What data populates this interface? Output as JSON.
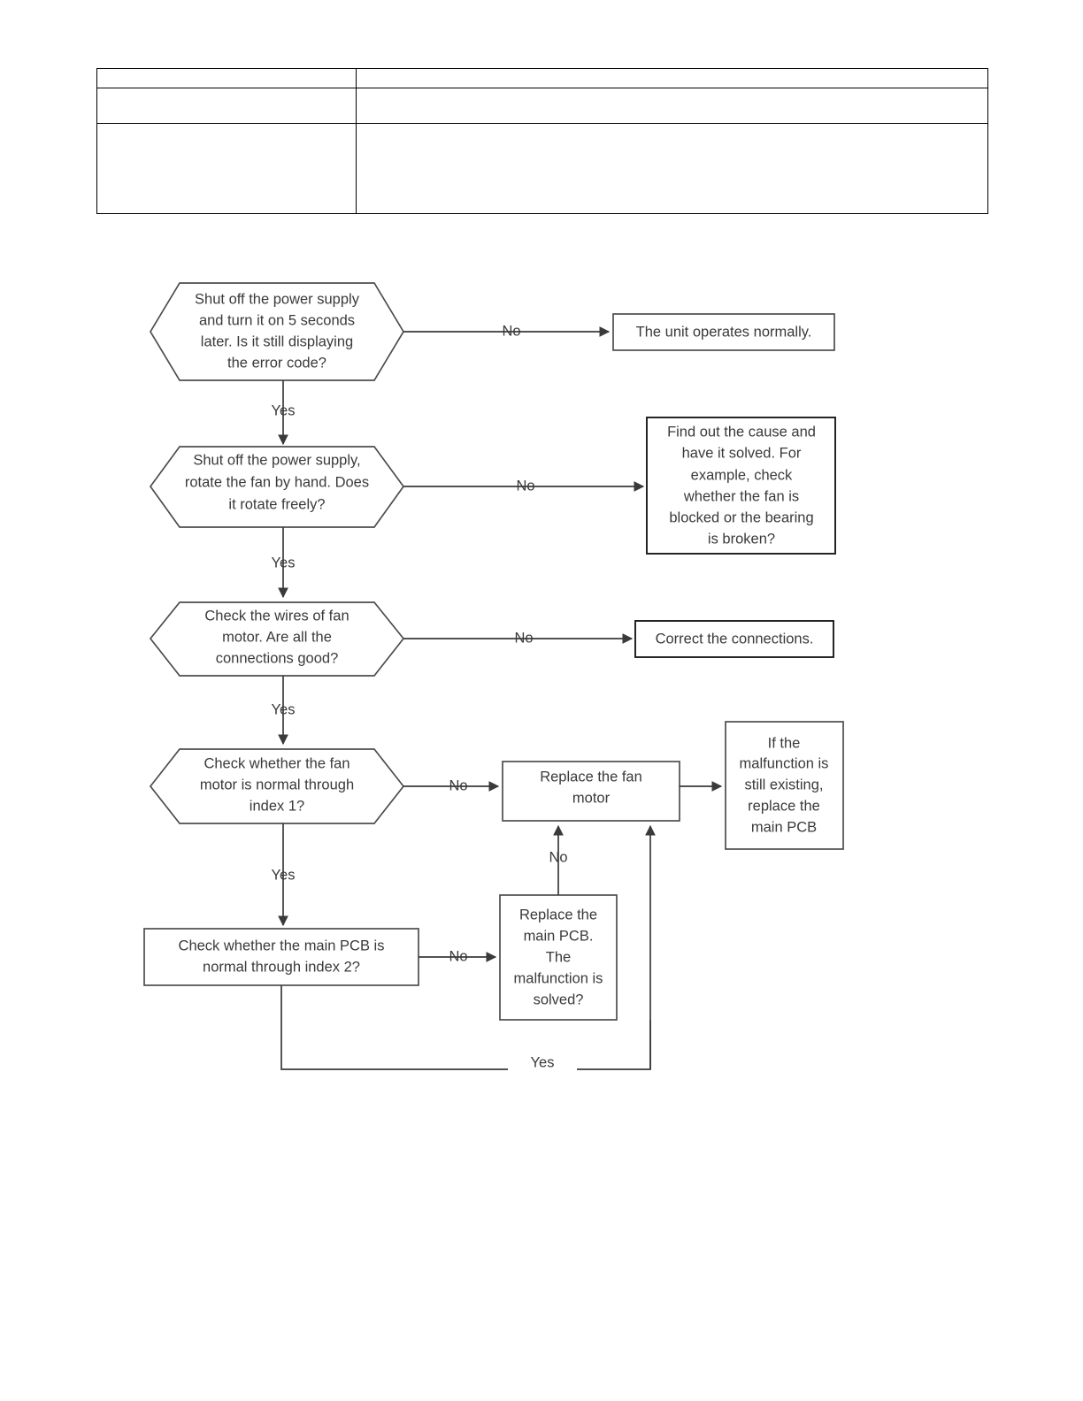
{
  "document": {
    "table": {
      "rows": [
        {
          "cells": [
            "",
            ""
          ]
        },
        {
          "cells": [
            "",
            ""
          ]
        },
        {
          "cells": [
            "",
            ""
          ]
        }
      ]
    }
  },
  "flowchart": {
    "title": "Fan motor error troubleshooting flowchart",
    "colors": {
      "shape_stroke": "#4d4d4d",
      "shape_stroke_dark": "#1a1a1a",
      "connector": "#3a3a3a",
      "text": "#3a3a3a",
      "background": "#ffffff"
    },
    "nodes": {
      "d1": {
        "shape": "hexagon",
        "lines": [
          "Shut off the power supply",
          "and turn it on 5 seconds",
          "later. Is it still displaying",
          "the error code?"
        ]
      },
      "r1": {
        "shape": "rect",
        "lines": [
          "The unit operates normally."
        ]
      },
      "d2": {
        "shape": "hexagon",
        "lines": [
          "Shut off the power supply,",
          "rotate the fan by hand. Does",
          "it rotate freely?"
        ]
      },
      "r2": {
        "shape": "rect",
        "lines": [
          "Find out the cause and",
          "have it solved. For",
          "example, check",
          "whether the fan is",
          "blocked or the bearing",
          "is broken?"
        ]
      },
      "d3": {
        "shape": "hexagon",
        "lines": [
          "Check the wires of fan",
          "motor. Are all the",
          "connections good?"
        ]
      },
      "r3": {
        "shape": "rect",
        "lines": [
          "Correct the connections."
        ]
      },
      "d4": {
        "shape": "hexagon",
        "lines": [
          "Check whether the fan",
          "motor is  normal through",
          "index 1?"
        ]
      },
      "r4": {
        "shape": "rect",
        "lines": [
          "Replace the fan",
          "motor"
        ]
      },
      "r5": {
        "shape": "rect",
        "lines": [
          "If the",
          "malfunction is",
          "still existing,",
          "replace the",
          "main PCB"
        ]
      },
      "d5": {
        "shape": "rect",
        "lines": [
          "Check whether the main PCB is",
          "normal through index 2?"
        ]
      },
      "r6": {
        "shape": "rect",
        "lines": [
          "Replace the",
          "main  PCB.",
          "The",
          "malfunction is",
          "solved?"
        ]
      }
    },
    "edge_labels": {
      "d1_no": "No",
      "d1_yes": "Yes",
      "d2_no": "No",
      "d2_yes": "Yes",
      "d3_no": "No",
      "d3_yes": "Yes",
      "d4_no": "No",
      "d4_yes": "Yes",
      "d5_no": "No",
      "r6_no": "No",
      "r6_yes": "Yes"
    }
  }
}
